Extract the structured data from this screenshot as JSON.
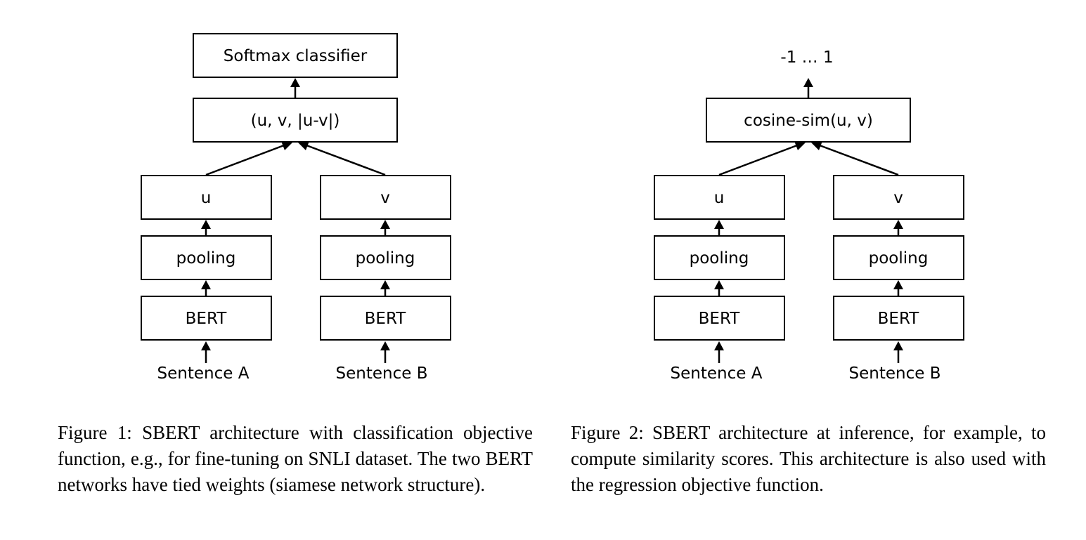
{
  "figure1": {
    "top_label": "Softmax classifier",
    "combine_label": "(u, v, |u-v|)",
    "left": {
      "embedding": "u",
      "pooling": "pooling",
      "encoder": "BERT",
      "input": "Sentence A"
    },
    "right": {
      "embedding": "v",
      "pooling": "pooling",
      "encoder": "BERT",
      "input": "Sentence B"
    },
    "caption": "Figure 1: SBERT architecture with classification ob­jective function, e.g., for fine-tuning on SNLI dataset. The two BERT networks have tied weights (siamese network structure)."
  },
  "figure2": {
    "top_label": "-1 … 1",
    "combine_label": "cosine-sim(u, v)",
    "left": {
      "embedding": "u",
      "pooling": "pooling",
      "encoder": "BERT",
      "input": "Sentence A"
    },
    "right": {
      "embedding": "v",
      "pooling": "pooling",
      "encoder": "BERT",
      "input": "Sentence B"
    },
    "caption": "Figure 2: SBERT architecture at inference, for exam­ple, to compute similarity scores. This architecture is also used with the regression objective function."
  }
}
